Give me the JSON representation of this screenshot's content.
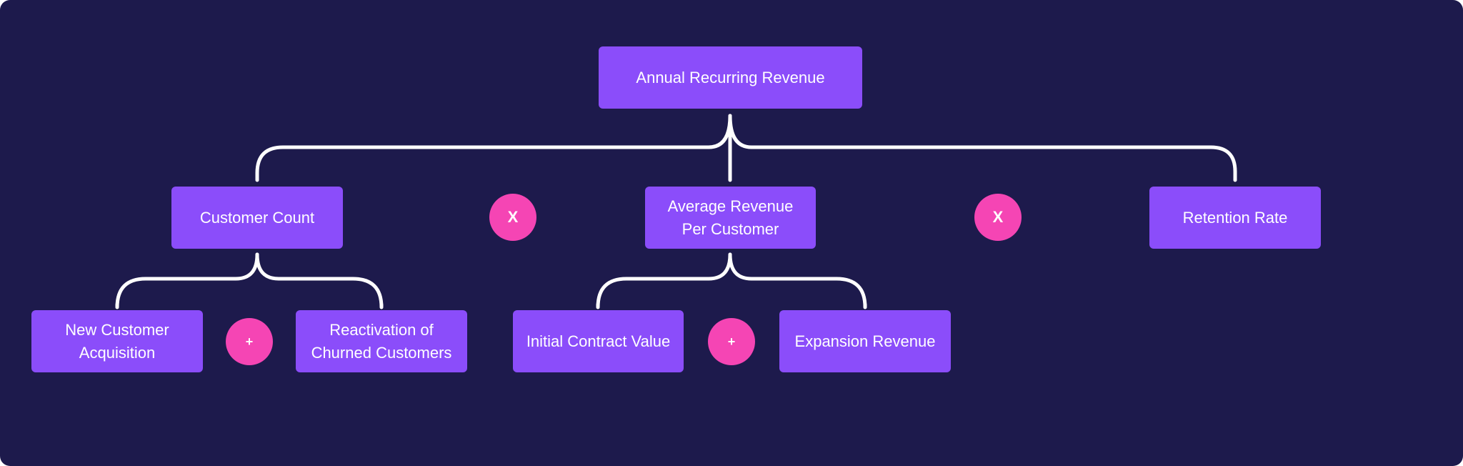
{
  "colors": {
    "background": "#1d1a4c",
    "node": "#8b4dfa",
    "operator": "#f545b4",
    "connector": "#ffffff",
    "text": "#ffffff"
  },
  "nodes": {
    "arr": "Annual Recurring Revenue",
    "customer_count": "Customer Count",
    "arpc": "Average Revenue Per Customer",
    "retention_rate": "Retention Rate",
    "new_customer_acquisition": "New Customer Acquisition",
    "reactivation": "Reactivation of Churned Customers",
    "initial_contract_value": "Initial Contract Value",
    "expansion_revenue": "Expansion Revenue"
  },
  "operators": {
    "multiply_1": "X",
    "multiply_2": "X",
    "plus_customer": "+",
    "plus_arpc": "+"
  }
}
